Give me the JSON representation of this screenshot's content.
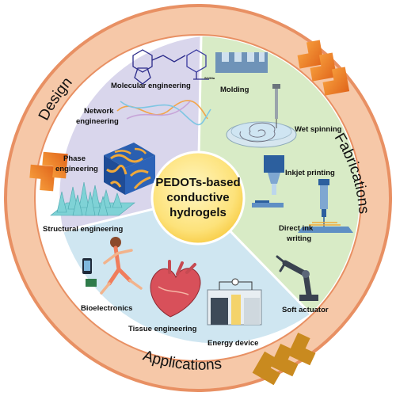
{
  "center": {
    "line1": "PEDOTs-based",
    "line2": "conductive",
    "line3": "hydrogels"
  },
  "ring": {
    "design": "Design",
    "fabrications": "Fabrications",
    "applications": "Applications"
  },
  "design": {
    "molecular": "Molecular engineering",
    "network_1": "Network",
    "network_2": "engineering",
    "phase_1": "Phase",
    "phase_2": "engineering",
    "structural": "Structural engineering"
  },
  "fabrication": {
    "molding": "Molding",
    "wet_spinning": "Wet spinning",
    "inkjet": "Inkjet printing",
    "direct_ink_1": "Direct ink",
    "direct_ink_2": "writing"
  },
  "applications": {
    "bioelectronics": "Bioelectronics",
    "tissue": "Tissue engineering",
    "energy": "Energy device",
    "actuator": "Soft actuator"
  },
  "colors": {
    "ring": "#f6c8a8",
    "ring_border": "#e89063",
    "design_sector": "#d9d6ec",
    "fabrication_sector": "#d8ebc6",
    "application_sector": "#cfe6f1",
    "center": "#fde27a",
    "chevron": "#f07d1e",
    "chevron_olive": "#c98a1f"
  }
}
